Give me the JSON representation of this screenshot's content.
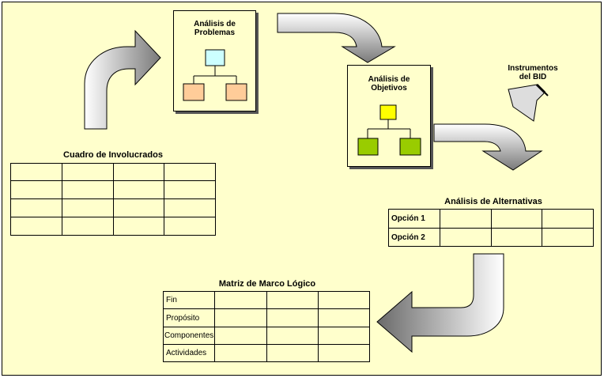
{
  "nodes": {
    "problemas": {
      "title": "Análisis de Problemas"
    },
    "objetivos": {
      "title": "Análisis de Objetivos"
    },
    "instrumentos": {
      "title": "Instrumentos del BID"
    }
  },
  "tables": {
    "involucrados": {
      "title": "Cuadro de Involucrados",
      "rows": [
        "",
        "",
        "",
        ""
      ]
    },
    "alternativas": {
      "title": "Análisis de Alternativas",
      "rows": [
        "Opción 1",
        "Opción 2"
      ]
    },
    "marco_logico": {
      "title": "Matriz de Marco Lógico",
      "rows": [
        "Fin",
        "Propósito",
        "Componentes",
        "Actividades"
      ]
    }
  },
  "colors": {
    "background": "#ffffcc",
    "problem_root": "#ccffff",
    "problem_children": "#ffcc99",
    "objective_root": "#ffff00",
    "objective_children": "#99cc00"
  }
}
